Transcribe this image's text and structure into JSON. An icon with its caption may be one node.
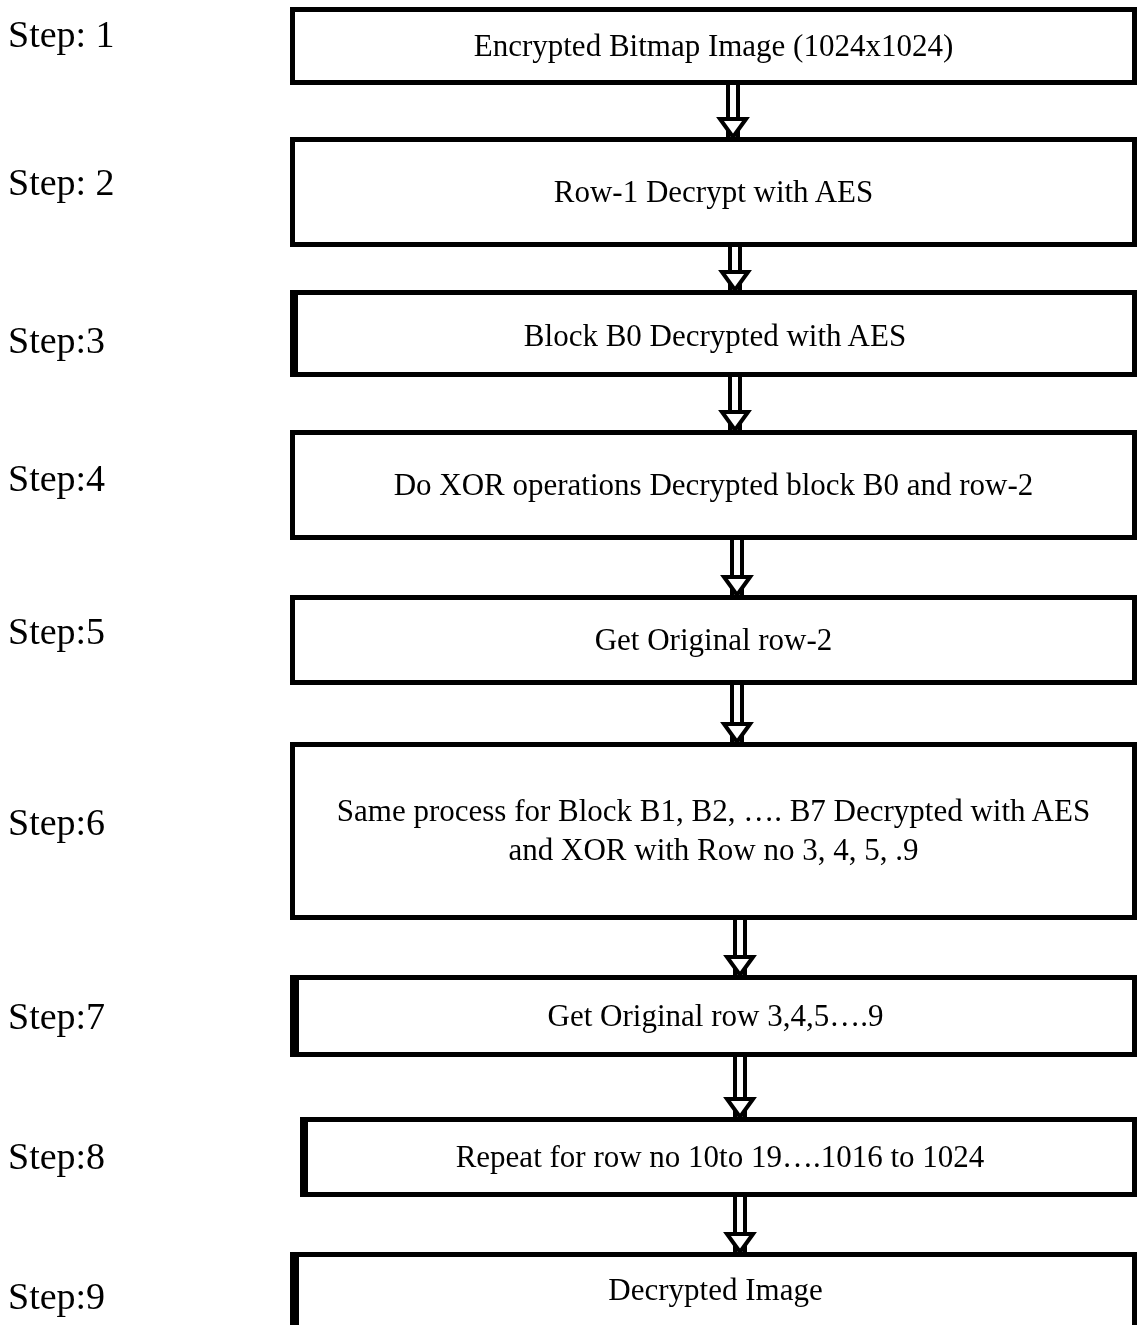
{
  "diagram": {
    "nodes": [
      {
        "text": [
          "Encrypted Bitmap Image (1024x1024)"
        ]
      },
      {
        "text": [
          "Row-1 Decrypt with AES"
        ]
      },
      {
        "text": [
          "Block B0 Decrypted with AES"
        ]
      },
      {
        "text": [
          "Do XOR operations Decrypted block B0 and row-2"
        ]
      },
      {
        "text": [
          "Get Original row-2"
        ]
      },
      {
        "text": [
          "Same process for Block B1, B2, …. B7 Decrypted with AES and XOR with Row no 3, 4, 5, .9"
        ]
      },
      {
        "text": [
          "Get Original row 3,4,5….9"
        ]
      },
      {
        "text": [
          "Repeat for row no 10to 19….1016 to 1024"
        ]
      },
      {
        "text": [
          "Decrypted Image"
        ]
      }
    ],
    "labels": [
      "Step: 1",
      "Step: 2",
      "Step:3",
      "Step:4",
      "Step:5",
      "Step:6",
      "Step:7",
      "Step:8",
      "Step:9"
    ],
    "edges": [
      {
        "from": 0,
        "to": 1,
        "arrow": "to"
      },
      {
        "from": 1,
        "to": 2,
        "arrow": "to"
      },
      {
        "from": 2,
        "to": 3,
        "arrow": "to"
      },
      {
        "from": 3,
        "to": 4,
        "arrow": "to"
      },
      {
        "from": 4,
        "to": 5,
        "arrow": "to"
      },
      {
        "from": 5,
        "to": 6,
        "arrow": "to"
      },
      {
        "from": 6,
        "to": 7,
        "arrow": "to"
      },
      {
        "from": 7,
        "to": 8,
        "arrow": "to"
      }
    ]
  }
}
